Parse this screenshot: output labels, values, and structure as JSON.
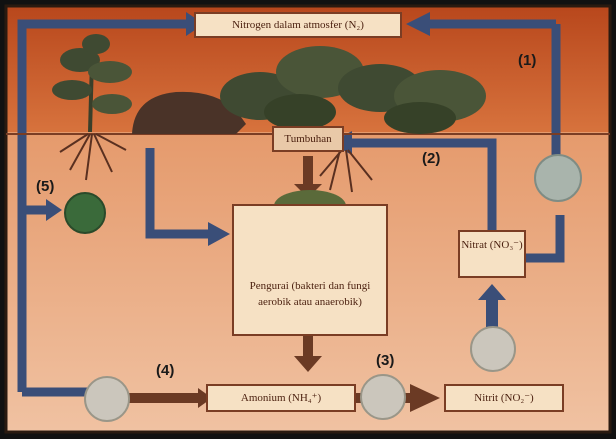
{
  "boxes": {
    "atmosphere": "Nitrogen dalam atmosfer (N₂)",
    "plants": "Tumbuhan",
    "decomposers": "Pengurai (bakteri dan fungi aerobik atau anaerobik)",
    "ammonium": "Amonium (NH₄⁺)",
    "nitrite": "Nitrit (NO₂⁻)",
    "nitrate": "Nitrat (NO₃⁻)"
  },
  "labels": {
    "n1": "(1)",
    "n2": "(2)",
    "n3": "(3)",
    "n4": "(4)",
    "n5": "(5)"
  },
  "colors": {
    "sky": "#c65a28",
    "soil": "#e7a37c",
    "arrow": "#3a4e78",
    "arrow_brown": "#7a3d24",
    "box_fill": "#f6e1c4",
    "box_border": "#7a3d24",
    "plant": "#3f4a32"
  }
}
